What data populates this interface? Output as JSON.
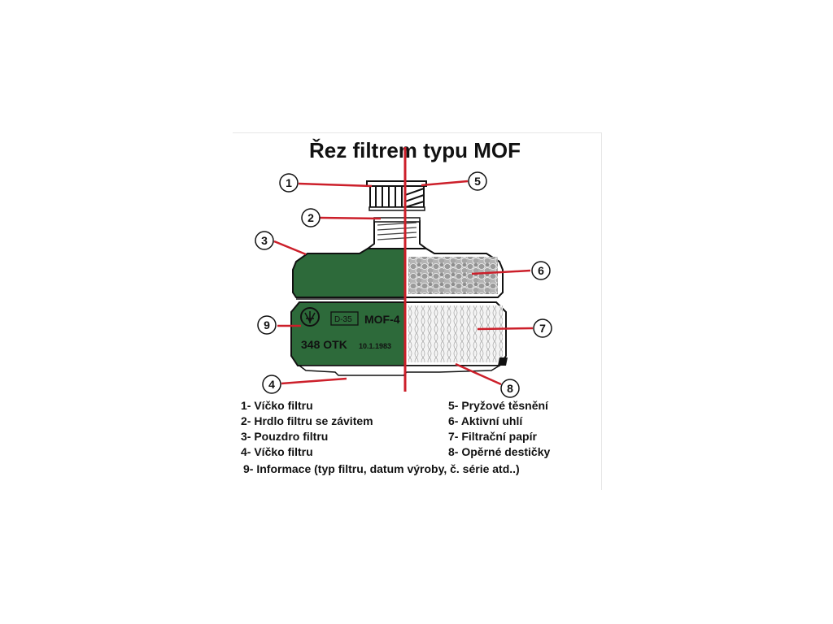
{
  "title": "Řez filtrem typu MOF",
  "callouts": [
    "1",
    "2",
    "3",
    "4",
    "5",
    "6",
    "7",
    "8",
    "9"
  ],
  "canister_labels": {
    "badge": "D-35",
    "model": "MOF-4",
    "serial": "348 OTK",
    "date": "10.1.1983"
  },
  "legend": {
    "left": [
      "1- Víčko filtru",
      "2- Hrdlo filtru se závitem",
      "3- Pouzdro filtru",
      "4- Víčko filtru"
    ],
    "right": [
      "5- Pryžové těsnění",
      "6- Aktivní uhlí",
      "7- Filtrační papír",
      "8- Opěrné destičky"
    ],
    "full": "9- Informace (typ filtru, datum výroby, č. série atd..)"
  },
  "colors": {
    "canister_green": "#2d6a3a",
    "leader_red": "#cc1f2a",
    "carbon_grey": "#a8a8a8"
  }
}
